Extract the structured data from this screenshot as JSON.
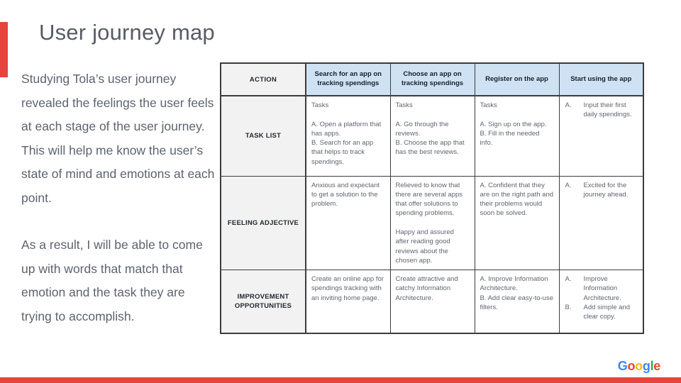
{
  "slide": {
    "title": "User journey map",
    "body": {
      "p1": "Studying Tola’s user journey revealed the feelings the user feels at each stage of the user journey. This will help me know the user’s state of mind and emotions at each point.",
      "p2": "As a result, I will be able to come up with words that match that emotion and the task they are trying to accomplish."
    },
    "accent_color": "#e5453c",
    "logo": {
      "name": "Google",
      "letters": [
        {
          "ch": "G",
          "color": "#4285F4"
        },
        {
          "ch": "o",
          "color": "#EA4335"
        },
        {
          "ch": "o",
          "color": "#FBBC04"
        },
        {
          "ch": "g",
          "color": "#4285F4"
        },
        {
          "ch": "l",
          "color": "#34A853"
        },
        {
          "ch": "e",
          "color": "#EA4335"
        }
      ]
    }
  },
  "table": {
    "header_bg": "#cfe2f3",
    "label_bg": "#f2f2f2",
    "corner_label": "ACTION",
    "columns": [
      "Search for an app on tracking spendings",
      "Choose an app on tracking spendings",
      "Register on the app",
      "Start using the app"
    ],
    "rows": [
      {
        "label": "TASK LIST",
        "c1": "Tasks\n\nA. Open a platform that has apps.\nB. Search for an app that helps to track spendings.",
        "c2": "Tasks\n\nA. Go through the reviews.\nB. Choose the app that has the best reviews.",
        "c3": "Tasks\n\nA. Sign up on the app.\nB. Fill in the needed info.",
        "c4_items": [
          {
            "n": "A.",
            "t": "Input their first daily spendings."
          }
        ]
      },
      {
        "label": "FEELING ADJECTIVE",
        "c1": "Anxious and expectant to get a solution to the problem.",
        "c2": "Relieved to know that there are several apps that offer solutions to spending problems.\n\nHappy and assured after reading good reviews about the chosen app.",
        "c3": "A. Confident  that they are on the right path and their problems would soon be solved.",
        "c4_items": [
          {
            "n": "A.",
            "t": "Excited for the journey ahead."
          }
        ]
      },
      {
        "label": "IMPROVEMENT OPPORTUNITIES",
        "c1": "Create an online app for spendings tracking with an inviting home page.",
        "c2": "Create attractive and catchy  Information Architecture.",
        "c3": "A. Improve Information Architecture.\nB. Add clear easy-to-use filters.",
        "c4_items": [
          {
            "n": "A.",
            "t": "Improve Information Architecture."
          },
          {
            "n": "B.",
            "t": "Add simple and clear copy."
          }
        ]
      }
    ]
  }
}
